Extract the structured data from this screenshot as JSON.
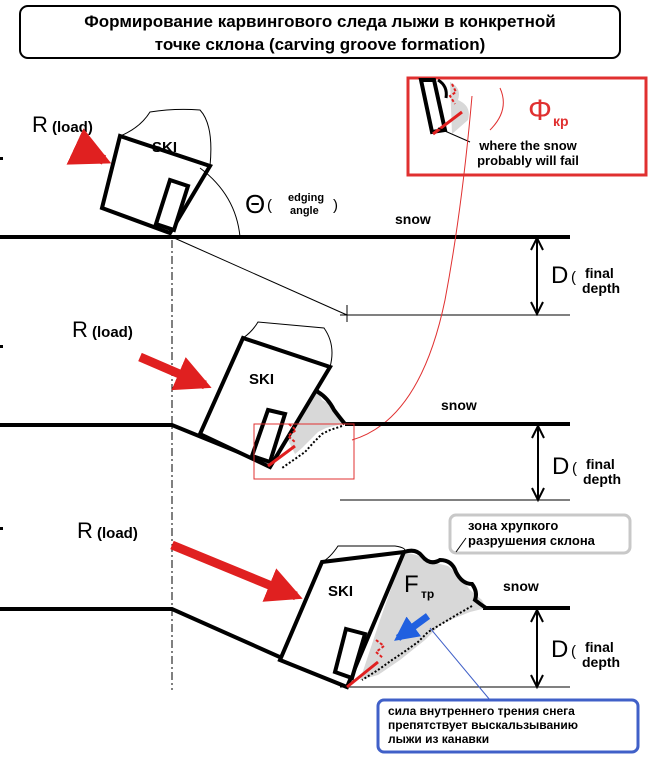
{
  "title": {
    "line1": "Формирование карвингового следа лыжи в конкретной",
    "line2": "точке склона (carving groove formation)"
  },
  "labels": {
    "load_R": "R",
    "load_sub": "(load)",
    "ski": "SKI",
    "theta": "Θ",
    "theta_sub_1": "edging",
    "theta_sub_2": "angle",
    "theta_paren_open": "(",
    "theta_paren_close": ")",
    "snow": "snow",
    "depth_D": "D",
    "depth_sub_1": "final",
    "depth_sub_2": "depth",
    "depth_paren_open": "(",
    "phi": "Φ",
    "phi_sub": "кр",
    "fail_line1": "where the snow",
    "fail_line2": "probably will fail",
    "friction_F": "F",
    "friction_sub": "тр",
    "brittle_line1": "зона хрупкого",
    "brittle_line2": "разрушения склона",
    "friction_note_line1": "сила внутреннего трения снега",
    "friction_note_line2": "препятствует выскальзыванию",
    "friction_note_line3": "лыжи из канавки"
  },
  "colors": {
    "arrow_red": "#e02020",
    "box_red": "#e03030",
    "box_blue": "#4060c8",
    "box_grey": "#c8c8c8",
    "snow_grey": "#d8d8d8",
    "force_blue": "#2060e0"
  }
}
